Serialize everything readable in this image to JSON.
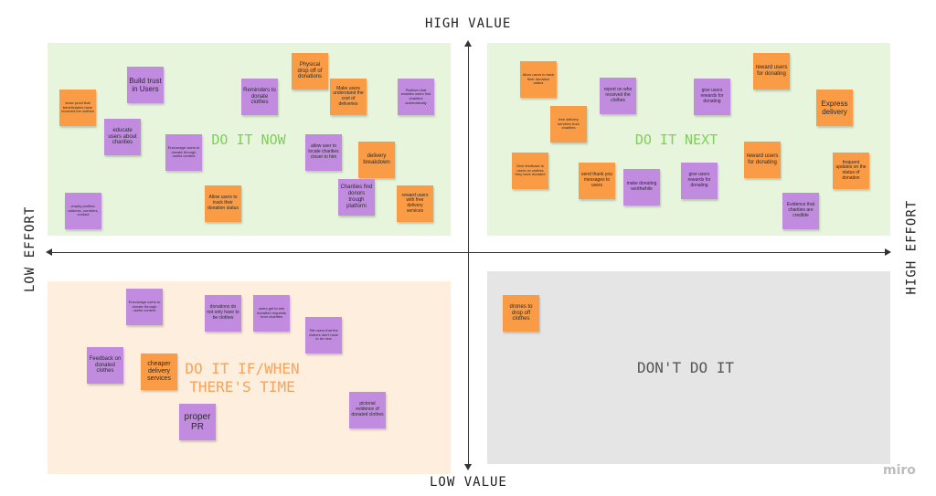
{
  "colors": {
    "do_it_now_bg": "#e7f5dc",
    "do_it_next_bg": "#e7f5dc",
    "do_it_if_bg": "#fdeedd",
    "dont_do_bg": "#e5e5e5",
    "green_label": "#7dd05a",
    "orange_label": "#f5a45d",
    "grey_label": "#555555",
    "sticky_purple": "#c18ce0",
    "sticky_orange": "#fa9c45"
  },
  "axes": {
    "top": "HIGH VALUE",
    "bottom": "LOW VALUE",
    "left": "LOW EFFORT",
    "right": "HIGH EFFORT"
  },
  "quadrants": {
    "now": "DO IT NOW",
    "next": "DO IT NEXT",
    "if_time": "DO IT IF/WHEN\nTHERE'S TIME",
    "dont": "DON'T DO IT"
  },
  "watermark": "miro",
  "notes": {
    "n01": "show proof that beneficiaries have received the clothes",
    "n02": "Build trust in Users",
    "n03": "educate users about charities",
    "n04": "Encourage users to donate through useful content",
    "n05": "Reminders to donate clothes",
    "n06": "Physical drop off of donations",
    "n07": "Make users understand the cost of deliveries",
    "n08": "Platform that enables users find charities automatically",
    "n09": "allow user to locate charities closer to him",
    "n10": "delivery breakdown",
    "n11": "charity profiles: address, numbers, contact",
    "n12": "Allow users to track their donation status",
    "n13": "Charities find donors trough platform",
    "n14": "reward users with free delivery services",
    "n15": "Allow users to track their donation status",
    "n16": "report on who received the clothes",
    "n17": "give users rewards for donating",
    "n18": "reward users for donating",
    "n19": "Express delivery",
    "n20": "free delivery services from charities",
    "n21": "Give feedback to users on clothes they have donated",
    "n22": "send thank you messages to users",
    "n23": "make donating worthwhile",
    "n24": "give users rewards for donating",
    "n25": "reward users for donating",
    "n26": "frequent updates on the status of donation",
    "n27": "Evidence that charities are credible",
    "n28": "Encourage users to donate through useful content",
    "n29": "donations do not only have to be clothes",
    "n30": "users get to see donation requests from charities",
    "n31": "Tell users that the clothes don't have to be new",
    "n32": "Feedback on donated clothes",
    "n33": "cheaper delivery services",
    "n34": "proper PR",
    "n35": "pictorial evidence of donated clothes",
    "n36": "drones to drop off clothes"
  }
}
